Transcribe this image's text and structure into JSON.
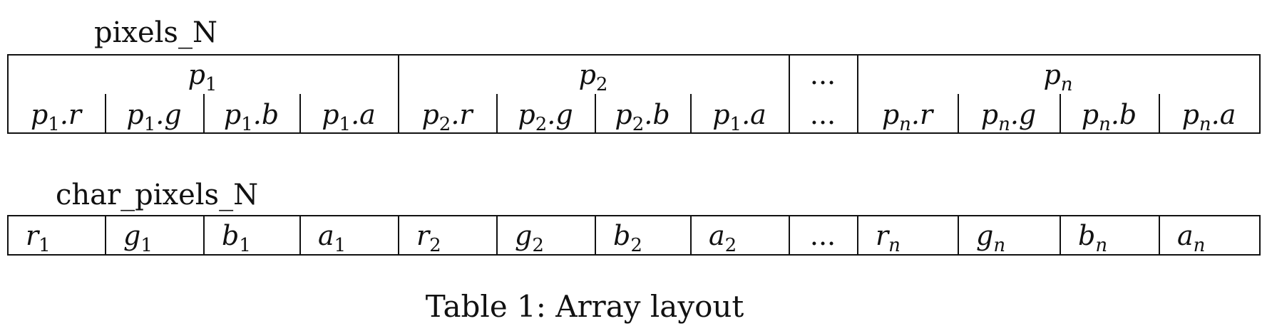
{
  "table1": {
    "name": "pixels_N",
    "groups": [
      {
        "label": "p",
        "sub": "1",
        "fields": [
          {
            "base": "p",
            "sub": "1",
            "member": ".r"
          },
          {
            "base": "p",
            "sub": "1",
            "member": ".g"
          },
          {
            "base": "p",
            "sub": "1",
            "member": ".b"
          },
          {
            "base": "p",
            "sub": "1",
            "member": ".a"
          }
        ]
      },
      {
        "label": "p",
        "sub": "2",
        "fields": [
          {
            "base": "p",
            "sub": "2",
            "member": ".r"
          },
          {
            "base": "p",
            "sub": "2",
            "member": ".g"
          },
          {
            "base": "p",
            "sub": "2",
            "member": ".b"
          },
          {
            "base": "p",
            "sub": "1",
            "member": ".a"
          }
        ]
      },
      {
        "label": "...",
        "sub": "",
        "fields": [
          {
            "base": "...",
            "sub": "",
            "member": ""
          }
        ]
      },
      {
        "label": "p",
        "sub": "n",
        "fields": [
          {
            "base": "p",
            "sub": "n",
            "member": ".r"
          },
          {
            "base": "p",
            "sub": "n",
            "member": ".g"
          },
          {
            "base": "p",
            "sub": "n",
            "member": ".b"
          },
          {
            "base": "p",
            "sub": "n",
            "member": ".a"
          }
        ]
      }
    ]
  },
  "table2": {
    "name": "char_pixels_N",
    "cells": [
      {
        "base": "r",
        "sub": "1"
      },
      {
        "base": "g",
        "sub": "1"
      },
      {
        "base": "b",
        "sub": "1"
      },
      {
        "base": "a",
        "sub": "1"
      },
      {
        "base": "r",
        "sub": "2"
      },
      {
        "base": "g",
        "sub": "2"
      },
      {
        "base": "b",
        "sub": "2"
      },
      {
        "base": "a",
        "sub": "2"
      },
      {
        "base": "...",
        "sub": ""
      },
      {
        "base": "r",
        "sub": "n"
      },
      {
        "base": "g",
        "sub": "n"
      },
      {
        "base": "b",
        "sub": "n"
      },
      {
        "base": "a",
        "sub": "n"
      }
    ]
  },
  "caption": "Table 1: Array layout"
}
